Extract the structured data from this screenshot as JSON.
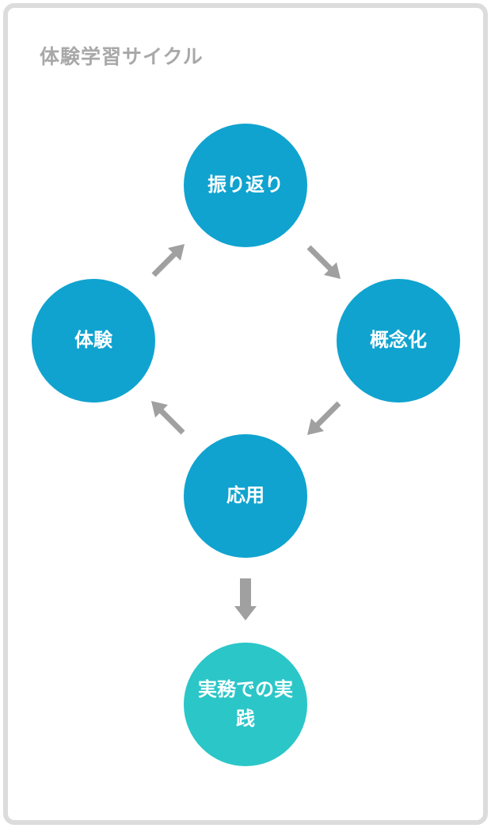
{
  "title": "体験学習サイクル",
  "nodes": {
    "reflection": "振り返り",
    "experience": "体験",
    "conceptualization": "概念化",
    "application": "応用",
    "practice": "実務での実践"
  },
  "colors": {
    "cycle_node": "#10a3cf",
    "practice_node": "#2bc6c8",
    "arrow": "#a0a0a0",
    "frame": "#dcdcdc",
    "title": "#a8a8a8"
  },
  "icons": {
    "cycle_arrow": "arrow-icon",
    "down_arrow": "arrow-down-icon"
  }
}
